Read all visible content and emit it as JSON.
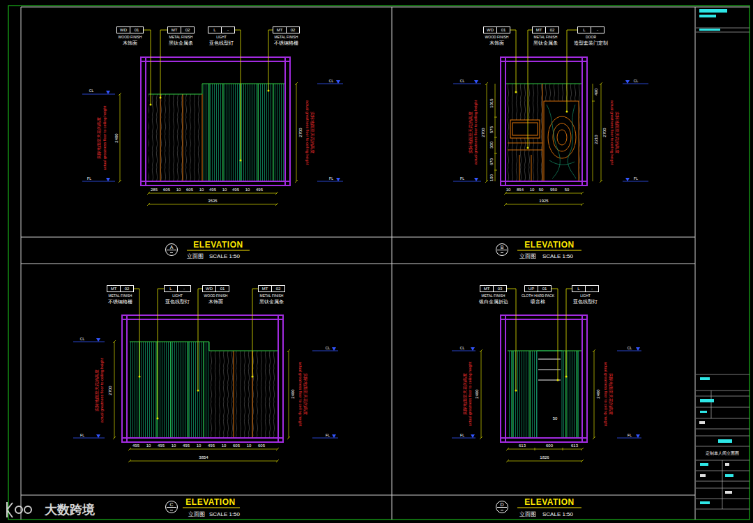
{
  "diagram": {
    "nodes": [
      {
        "text": [
          "WD",
          "01",
          "WOOD FINISH",
          "木饰面"
        ]
      },
      {
        "text": [
          "MT",
          "02",
          "METAL FINISH",
          "黑钛金属条"
        ]
      },
      {
        "text": [
          "L",
          "-",
          "LIGHT",
          "亚色线型灯"
        ]
      },
      {
        "text": [
          "MT",
          "02",
          "METAL FINISH",
          "不锈钢格栅"
        ]
      },
      {
        "text": [
          "WD",
          "01",
          "WOOD FINISH",
          "木饰面"
        ]
      },
      {
        "text": [
          "MT",
          "02",
          "METAL FINISH",
          "黑钛金属条"
        ]
      },
      {
        "text": [
          "L",
          "-",
          "DOOR",
          "造型套装门定制"
        ]
      },
      {
        "text": [
          "A"
        ]
      },
      {
        "text": [
          "B"
        ]
      },
      {
        "text": [
          "MT",
          "02",
          "METAL FINISH",
          "不锈钢格栅"
        ]
      },
      {
        "text": [
          "L",
          "-",
          "LIGHT",
          "亚色线型灯"
        ]
      },
      {
        "text": [
          "WD",
          "01",
          "WOOD FINISH",
          "木饰面"
        ]
      },
      {
        "text": [
          "MT",
          "02",
          "METAL FINISH",
          "黑钛金属条"
        ]
      },
      {
        "text": [
          "MT",
          "03",
          "METAL FINISH",
          "银白金属折边"
        ]
      },
      {
        "text": [
          "UP",
          "01",
          "CLOTH HARD PACK",
          "吸音棉"
        ]
      },
      {
        "text": [
          "L",
          "-",
          "LIGHT",
          "亚色线型灯"
        ]
      },
      {
        "text": [
          "C"
        ]
      },
      {
        "text": [
          "D"
        ]
      }
    ],
    "labels": [
      "CL",
      "FL",
      "实际地面至天花的高度",
      "actual greatness floor to ceiling height",
      "2400",
      "2700",
      "actual greatness floor to ceiling height",
      "实际地面至天花的高度",
      "CL",
      "FL",
      "285",
      "605",
      "10",
      "605",
      "10",
      "495",
      "10",
      "495",
      "10",
      "495",
      "3535",
      "ELEVATION",
      "立面图",
      "SCALE 1:50",
      "CL",
      "FL",
      "实际地面至天花的高度",
      "actual greatness floor to ceiling height",
      "2700",
      "1015",
      "575",
      "300",
      "670",
      "100",
      "490",
      "2210",
      "2700",
      "actual greatness floor to ceiling height",
      "实际地面至天花的高度",
      "CL",
      "FL",
      "10",
      "854",
      "10",
      "50",
      "950",
      "50",
      "1925",
      "ELEVATION",
      "立面图",
      "SCALE 1:50",
      "CL",
      "FL",
      "实际地面至天花的高度",
      "actual greatness floor to ceiling height",
      "2700",
      "2400",
      "actual greatness floor to ceiling height",
      "实际地面至天花的高度",
      "CL",
      "FL",
      "495",
      "10",
      "495",
      "10",
      "495",
      "10",
      "495",
      "10",
      "605",
      "10",
      "605",
      "3854",
      "ELEVATION",
      "立面图",
      "SCALE 1:50",
      "CL",
      "FL",
      "实际地面至天花的高度",
      "actual greatness floor to ceiling height",
      "2400",
      "2400",
      "actual greatness floor to ceiling height",
      "实际地面至天花的高度",
      "CL",
      "FL",
      "613",
      "600",
      "613",
      "1826",
      "50",
      "ELEVATION",
      "立面图",
      "SCALE 1:50",
      "定制单人间立面图",
      "大数跨境"
    ]
  }
}
